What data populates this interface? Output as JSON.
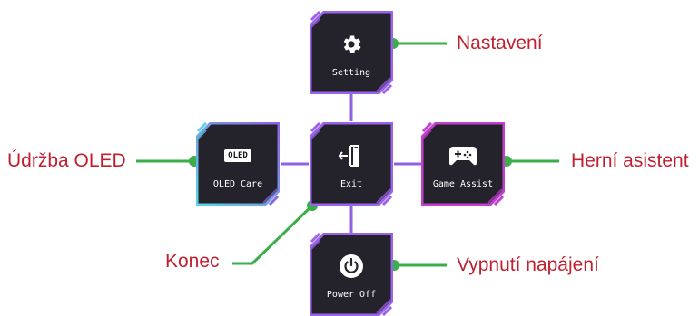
{
  "menu": {
    "setting": {
      "label": "Setting",
      "icon": "gear-icon",
      "callout": "Nastavení"
    },
    "oled_care": {
      "label": "OLED Care",
      "icon": "oled-icon",
      "badge": "OLED",
      "callout": "Údržba OLED"
    },
    "exit": {
      "label": "Exit",
      "icon": "exit-door-icon",
      "callout": "Konec"
    },
    "game_assist": {
      "label": "Game Assist",
      "icon": "gamepad-icon",
      "callout": "Herní asistent"
    },
    "power_off": {
      "label": "Power Off",
      "icon": "power-icon",
      "callout": "Vypnutí napájení"
    }
  },
  "colors": {
    "tile_fill": "#24232b",
    "connector": "#8f62e4",
    "leader": "#3aae48",
    "callout_text": "#c01f2f",
    "oled_edge": "#5ad4e8",
    "game_edge": "#c23fd0",
    "purple_edge": "#9b63ec"
  }
}
